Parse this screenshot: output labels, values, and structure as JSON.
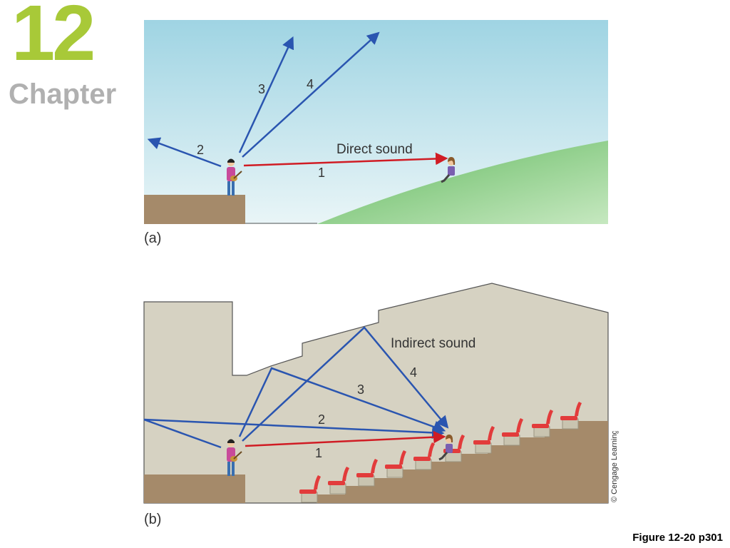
{
  "header": {
    "chapter_number": "12",
    "chapter_word": "Chapter"
  },
  "panel_a": {
    "label": "(a)",
    "text_direct": "Direct sound",
    "ray_labels": [
      "1",
      "2",
      "3",
      "4"
    ]
  },
  "panel_b": {
    "label": "(b)",
    "text_indirect": "Indirect sound",
    "ray_labels": [
      "1",
      "2",
      "3",
      "4"
    ]
  },
  "credit": "© Cengage Learning.",
  "caption": "Figure 12-20 p301",
  "colors": {
    "direct_ray": "#d01c24",
    "reflected_ray": "#2a55b0",
    "sky_top": "#9fd4e3",
    "grass": "#7cc576",
    "ground": "#a58a6a",
    "hall_wall": "#d6d2c2",
    "seat": "#e23b3b"
  }
}
